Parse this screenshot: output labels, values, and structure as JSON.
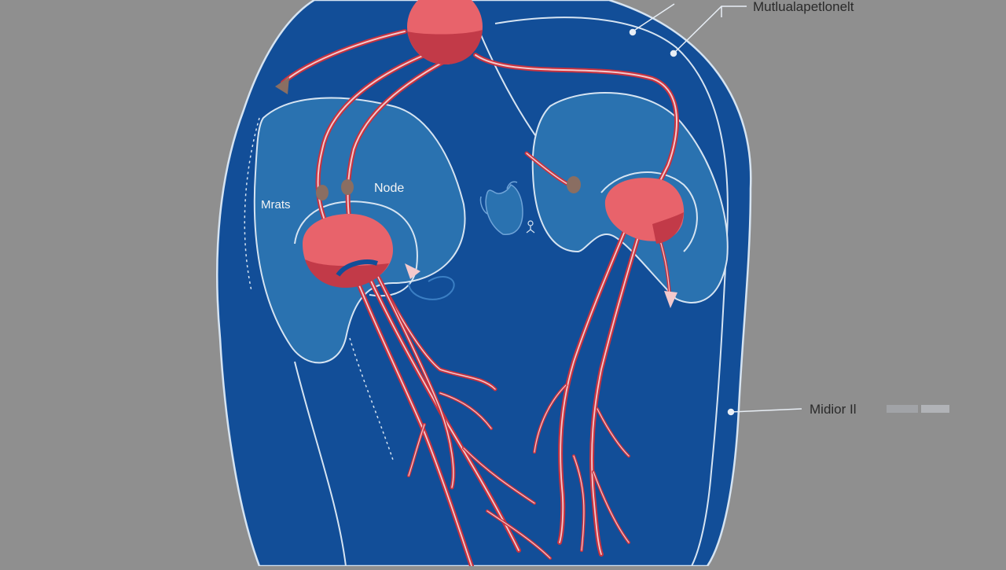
{
  "diagram": {
    "labels": {
      "top_right": "Mutlualapetlonelt",
      "node": "Node",
      "left": "Mrats",
      "right": "Midior Il"
    },
    "icons": {
      "heart_icon": "heart-outline-icon",
      "person_icon": "person-figure-icon"
    }
  },
  "colors": {
    "background": "#8f8f8f",
    "heart_outer": "#124e98",
    "heart_inner": "#1a61a6",
    "chamber": "#2a72b0",
    "outline": "#d6e4f2",
    "node_red": "#e8636b",
    "node_red_dark": "#c23a48",
    "vessel_red": "#c8323f",
    "vessel_light": "#f3c9cc",
    "tip_brown": "#8a6e62"
  }
}
